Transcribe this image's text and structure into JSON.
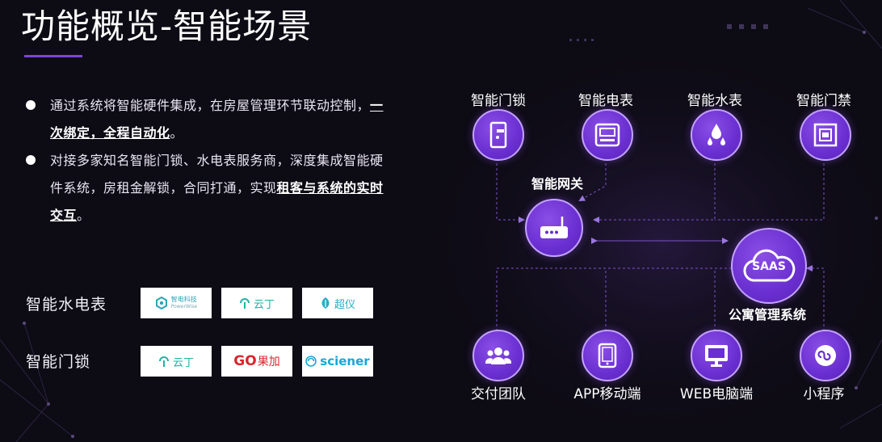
{
  "header": {
    "title": "功能概览-智能场景"
  },
  "bullets": [
    {
      "text": "通过系统将智能硬件集成，在房屋管理环节联动控制，",
      "bold": "一次绑定，全程自动化",
      "tail": "。"
    },
    {
      "text": "对接多家知名智能门锁、水电表服务商，深度集成智能硬件系统，房租金解锁，合同打通，实现",
      "bold": "租客与系统的实时交互",
      "tail": "。"
    }
  ],
  "partners": {
    "meter_label": "智能水电表",
    "lock_label": "智能门锁",
    "meter_logos": [
      {
        "name": "智电科技",
        "sub": "PowerWise",
        "color": "#2aa6b8"
      },
      {
        "name": "云丁",
        "color": "#1fb3a2"
      },
      {
        "name": "超仪",
        "color": "#23b0c6"
      }
    ],
    "lock_logos": [
      {
        "name": "云丁",
        "color": "#1fb3a2"
      },
      {
        "name": "GO",
        "suffix": "果加",
        "color": "#d9262b"
      },
      {
        "name": "sciener",
        "color": "#1aa6d8"
      }
    ]
  },
  "diagram": {
    "devices": [
      "智能门锁",
      "智能电表",
      "智能水表",
      "智能门禁"
    ],
    "gateway_label": "智能网关",
    "saas_text": "SAAS",
    "saas_label": "公寓管理系统",
    "clients": [
      "交付团队",
      "APP移动端",
      "WEB电脑端",
      "小程序"
    ],
    "accent_color": "#6a2fd0",
    "line_color": "#7a52c9"
  }
}
